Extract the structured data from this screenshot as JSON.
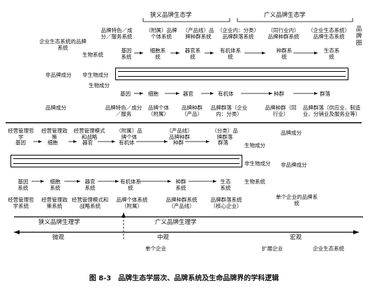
{
  "top": {
    "narrow_title": "狭义品牌生态学",
    "broad_title": "广义品牌生态学",
    "col_headers": [
      "品牌特色／成分／服务系统",
      "（附属）品牌个体系统",
      "（产品线）品牌种群系统",
      "（企业内：分类）品牌群落系统",
      "（同行业内）品牌种群系统",
      "（企业生态系统）品牌生态系统"
    ],
    "right_vertical": "品牌圈",
    "left_top": "企业生态系统的品牌系统",
    "left_mid": "非品牌成分",
    "left_bottom": "品牌成分",
    "bio_system": "生物系统",
    "nonbio": "非生物成分",
    "bio": "生物成分",
    "upper_row": [
      "基因系统",
      "细胞系统",
      "器官系统",
      "有机体系统",
      "种群系统",
      "生态系统"
    ],
    "lower_row": [
      "基因",
      "细胞",
      "器官",
      "有机体",
      "种群",
      "群落"
    ],
    "bottom_row": [
      "品牌特色／成分／服务",
      "品牌个体（附属）",
      "品牌种群（产品）",
      "品牌群落（企业内：分类）",
      "品牌种群（同行业）",
      "品牌群落（供应业、制造业、分销业及服务业等）"
    ]
  },
  "bottom": {
    "header_row": [
      "经营管理哲学",
      "经营管理政策",
      "经营管理模式和战略",
      "（附属）品牌个体",
      "（产品线）品牌种群",
      "（分类）品牌群落"
    ],
    "header_bio": [
      "基因",
      "细胞",
      "器官",
      "有机体",
      "种群",
      "群落"
    ],
    "right_a": "品牌成分",
    "right_b": "非品牌成分",
    "right_mid_nonbio": "非生物成分",
    "right_mid_bio": "生物成分",
    "right_mid_sys": "生物系统",
    "right_single": "单个企业的品牌系统",
    "lower_bio": [
      "基因系统",
      "细胞系统",
      "器官系统",
      "有机体系统",
      "种群系统",
      "生态系统"
    ],
    "lower_brand": [
      "经营管理哲学系统",
      "经营管理政策系统",
      "经营管理模式和战略系统",
      "品牌个体系统（附属）",
      "品牌种群系统（产品线）",
      "品牌群落系统（核心企业）"
    ],
    "narrow": "狭义品牌生理学",
    "broad": "广义品牌生理学",
    "micro": "微观",
    "mid": "中观",
    "macro": "宏观",
    "single_ent": "单个企业",
    "ext_ent": "扩展企业",
    "eco_ent": "企业生态系统"
  },
  "caption": "图 8-3　品牌生态学层次、品牌系统及生命品牌界的学科逻辑"
}
